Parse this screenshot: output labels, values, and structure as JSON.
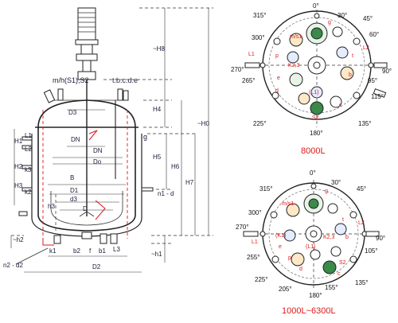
{
  "elevation": {
    "labels": {
      "m_h": "m/h(S1),S2",
      "tbcde": "t.b.c.d.e",
      "D3": "D3",
      "g": "g",
      "DN_small": "DN",
      "DN": "DN",
      "Do": "Do",
      "B": "B",
      "D1": "D1",
      "d3": "d3",
      "D": "D",
      "h3": "h3",
      "n1_d": "n1 - d",
      "L1": "L1",
      "L2": "L2",
      "k3": "k3",
      "k2": "k2",
      "H1": "H1",
      "H2": "H2",
      "H3": "H3",
      "H4": "H4",
      "H5": "H5",
      "H6": "H6",
      "H7": "H7",
      "H8": "~H8",
      "H0": "~H0",
      "h1": "~h1",
      "h2": "~h2",
      "k1": "k1",
      "b2": "b2",
      "f": "f",
      "b1": "b1",
      "L3": "L3",
      "D2": "D2",
      "n2_d2": "n2 - d2"
    }
  },
  "plan_top": {
    "caption": "8000L",
    "angles": [
      "0°",
      "30°",
      "45°",
      "60°",
      "90°",
      "95°",
      "115°",
      "135°",
      "180°",
      "225°",
      "265°",
      "270°",
      "300°",
      "315°"
    ],
    "labels": {
      "g": "g",
      "ms": "m/s1",
      "t": "t",
      "p": "p",
      "k": "K2,3",
      "L1": "L1",
      "L2": "L2",
      "e": "e",
      "b": "b",
      "d": "d",
      "Lx": "(L1)",
      "S2": "S2",
      "c": "c"
    }
  },
  "plan_bottom": {
    "caption": "1000L~6300L",
    "angles": [
      "0°",
      "30°",
      "45°",
      "90°",
      "105°",
      "135°",
      "155°",
      "180°",
      "205°",
      "225°",
      "255°",
      "270°",
      "300°",
      "315°"
    ],
    "labels": {
      "g": "g",
      "ms": "m/s1",
      "t": "t",
      "L2": "L2",
      "L1": "L1",
      "k": "(K1)",
      "k23": "K2,3",
      "b": "b",
      "e": "e",
      "p": "p",
      "d": "d",
      "S2": "S2",
      "c": "c",
      "Lx": "(L1)"
    }
  }
}
